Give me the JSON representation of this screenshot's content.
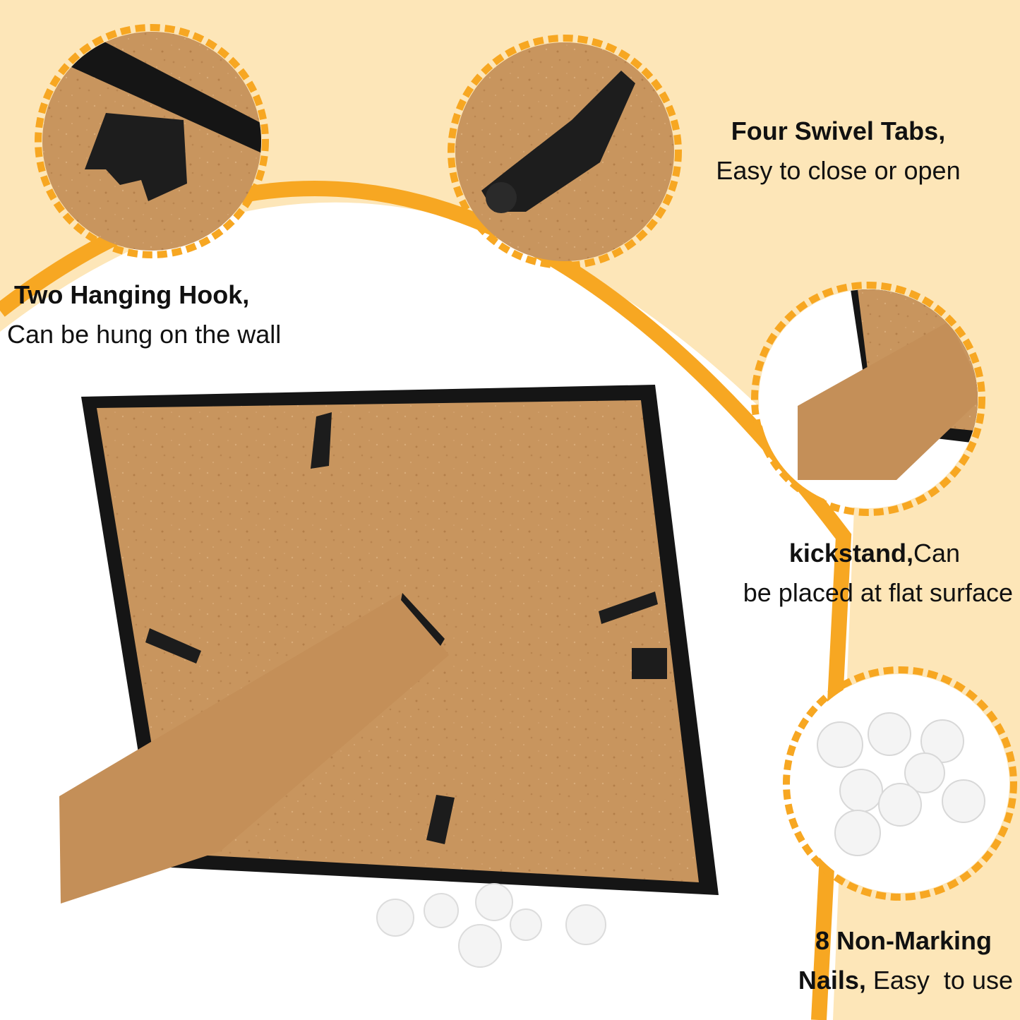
{
  "callouts": {
    "hanging_hook": {
      "title": "Two Hanging Hook,",
      "desc": "Can be hung on the wall"
    },
    "swivel_tabs": {
      "title": "Four Swivel Tabs,",
      "desc": "Easy to close or open"
    },
    "kickstand": {
      "title": "kickstand,",
      "title_rest": "Can",
      "desc": "be placed at flat surface"
    },
    "nails": {
      "title": "8 Non-Marking",
      "title2": "Nails,",
      "desc": "Easy  to use"
    }
  },
  "colors": {
    "background_cream": "#fde6b8",
    "accent_orange": "#f7a722",
    "cardboard": "#c8955e",
    "cardboard_dark": "#b07d48",
    "frame_black": "#151515",
    "hardware_white": "#f4f4f4"
  }
}
